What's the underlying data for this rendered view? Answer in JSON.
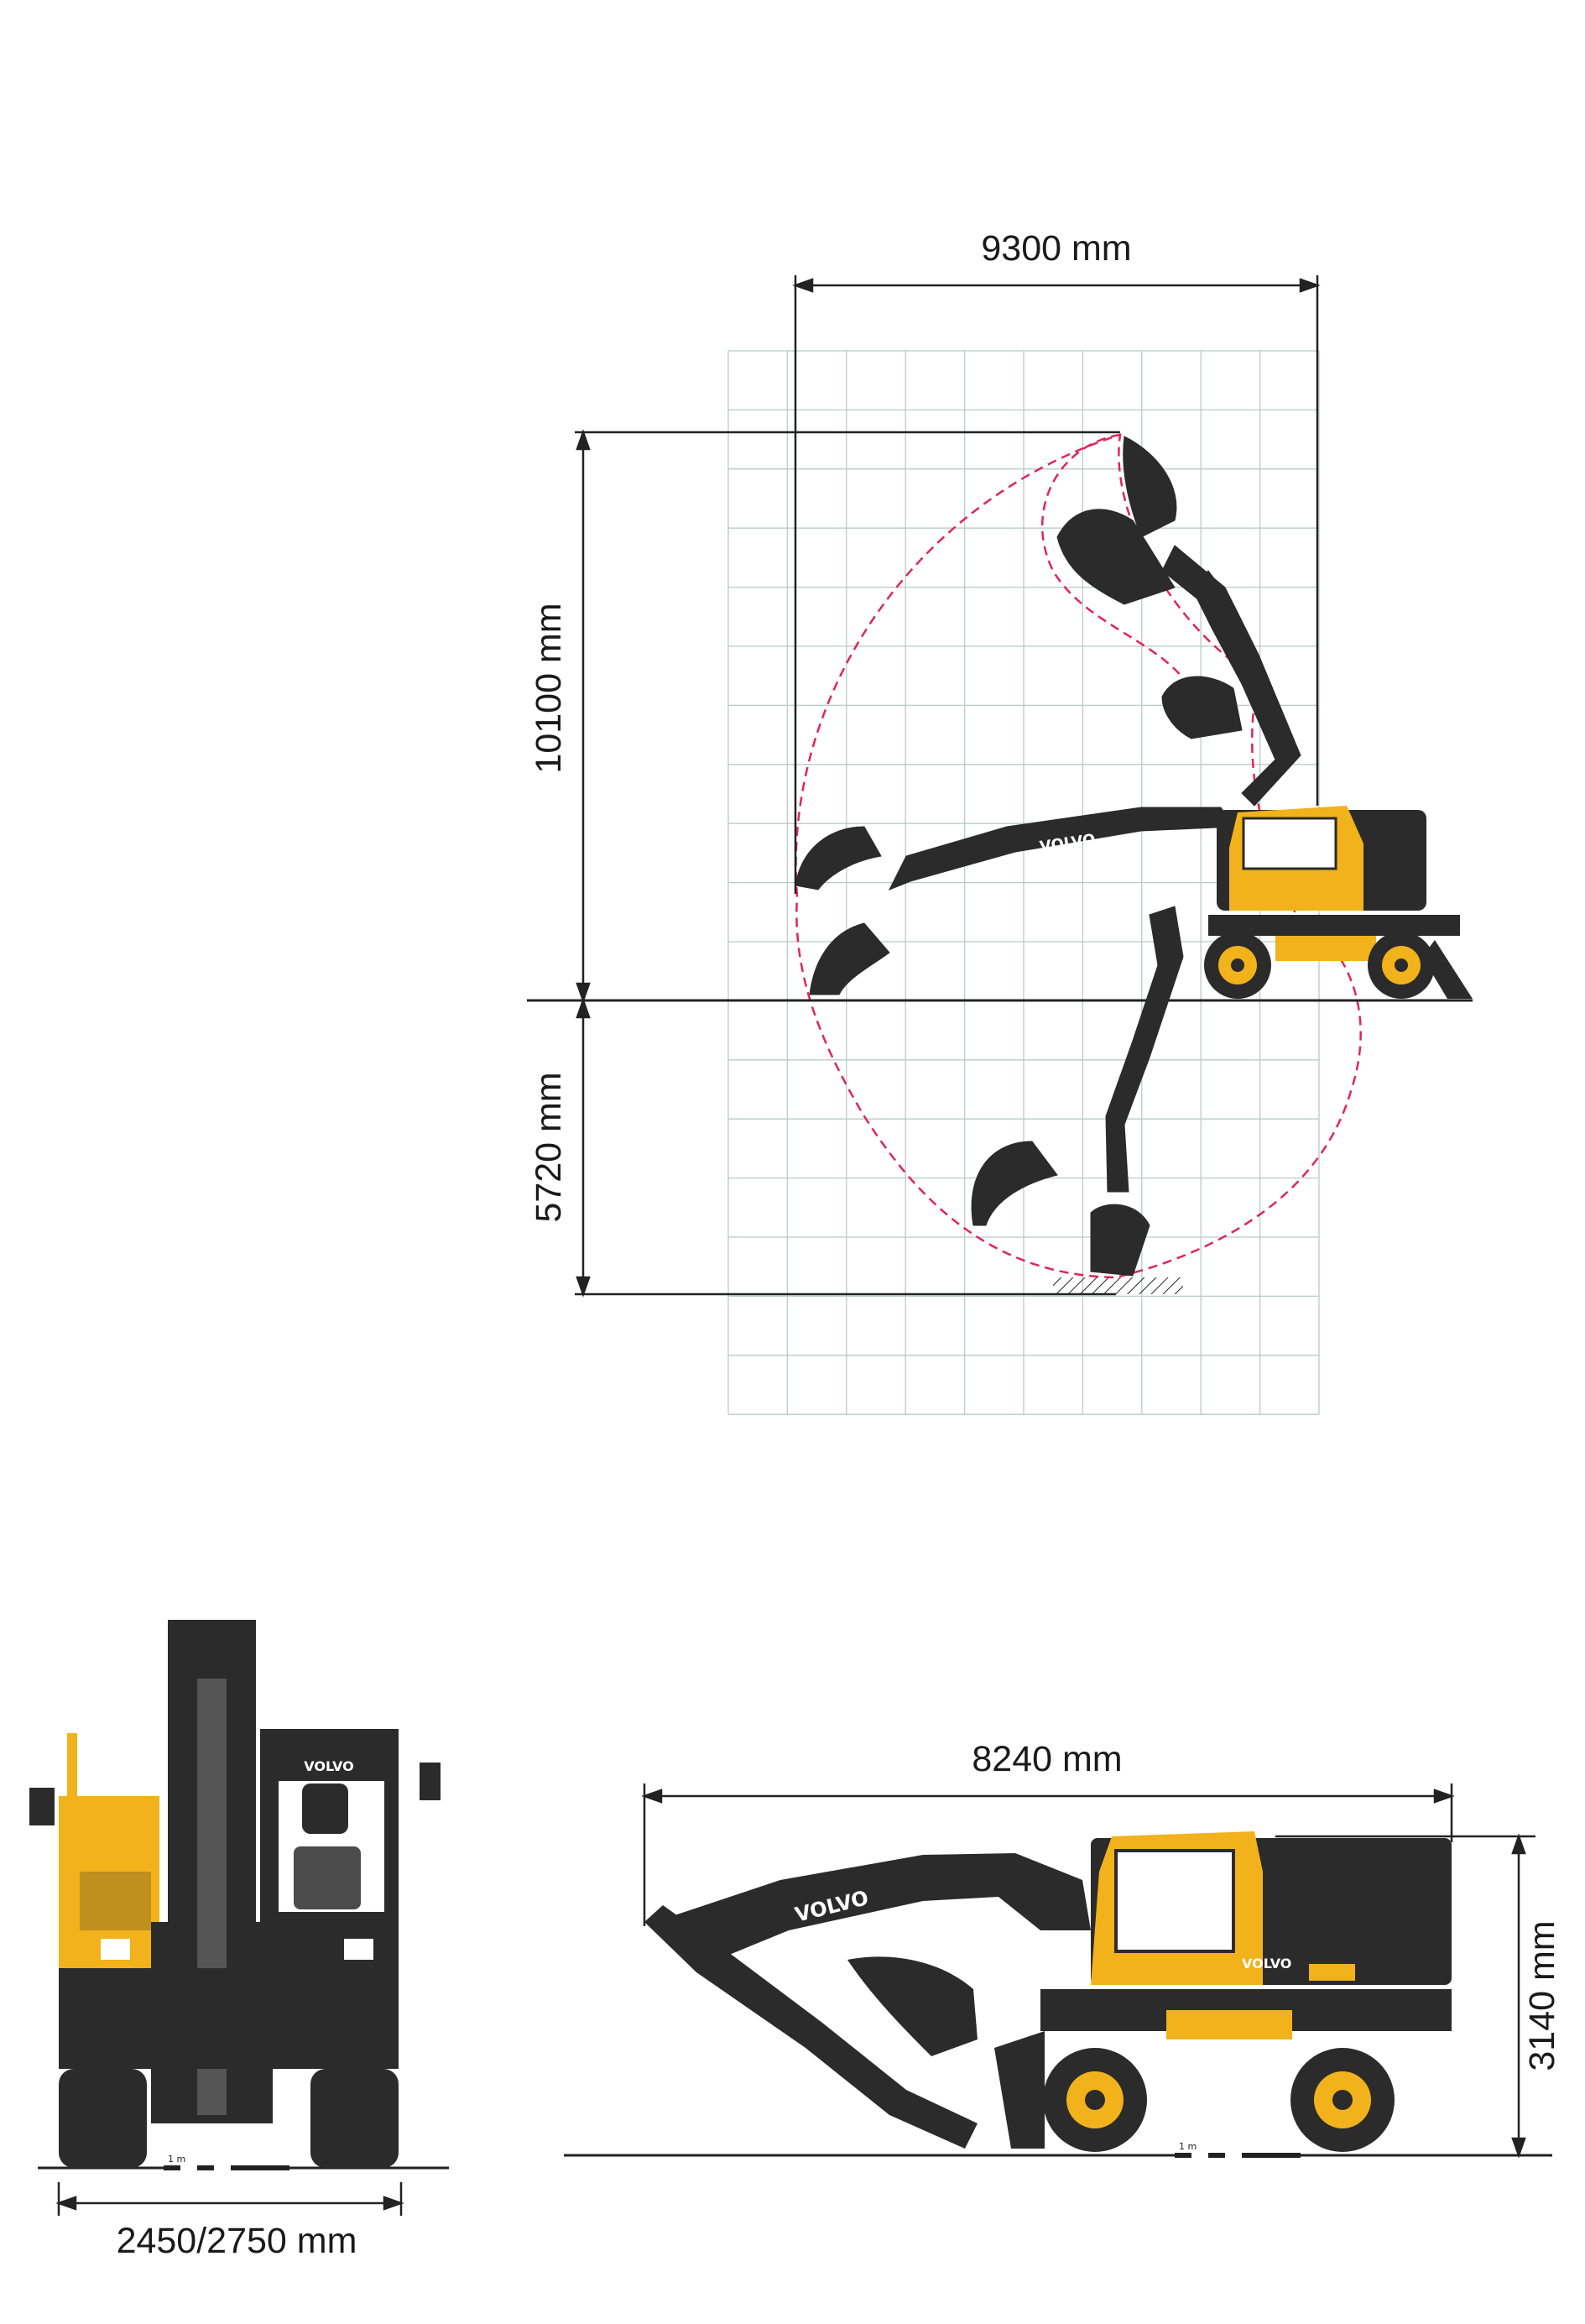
{
  "dimensions": {
    "max_reach": "9300 mm",
    "max_height": "10100 mm",
    "max_depth": "5720 mm",
    "transport_length": "8240 mm",
    "transport_height": "3140 mm",
    "width": "2450/2750 mm"
  },
  "brand": "VOLVO",
  "scale_label": "1 m",
  "colors": {
    "machine": "#2b2b2b",
    "accent": "#f2b21b",
    "envelope": "#e0245e",
    "grid": "#b9cbc8"
  }
}
